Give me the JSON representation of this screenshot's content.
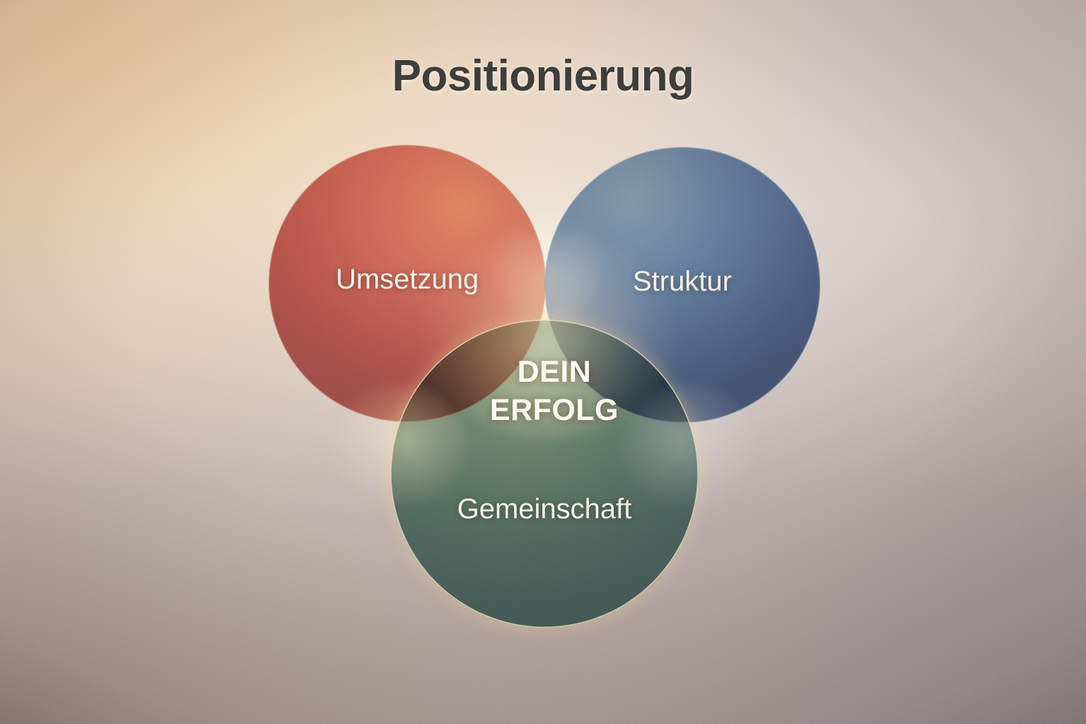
{
  "title": "Positionierung",
  "diagram": {
    "type": "venn-3-circle",
    "center_label_line1": "DEIN",
    "center_label_line2": "ERFOLG",
    "circles": [
      {
        "id": "umsetzung",
        "label": "Umsetzung",
        "color": "#c0453f",
        "position": "top-left"
      },
      {
        "id": "struktur",
        "label": "Struktur",
        "color": "#3c6ba8",
        "position": "top-right"
      },
      {
        "id": "gemeinschaft",
        "label": "Gemeinschaft",
        "color": "#4a8070",
        "position": "bottom-center"
      }
    ]
  },
  "palette": {
    "title_text": "#3e3e3c",
    "label_text": "#f6f1e8",
    "center_text": "#fdf8ef",
    "background_top_left": "#e8cbab",
    "background_top_right": "#c9bdb8",
    "background_bottom_left": "#a8968e",
    "background_bottom_right": "#a3959a",
    "glow": "#ffd894"
  }
}
